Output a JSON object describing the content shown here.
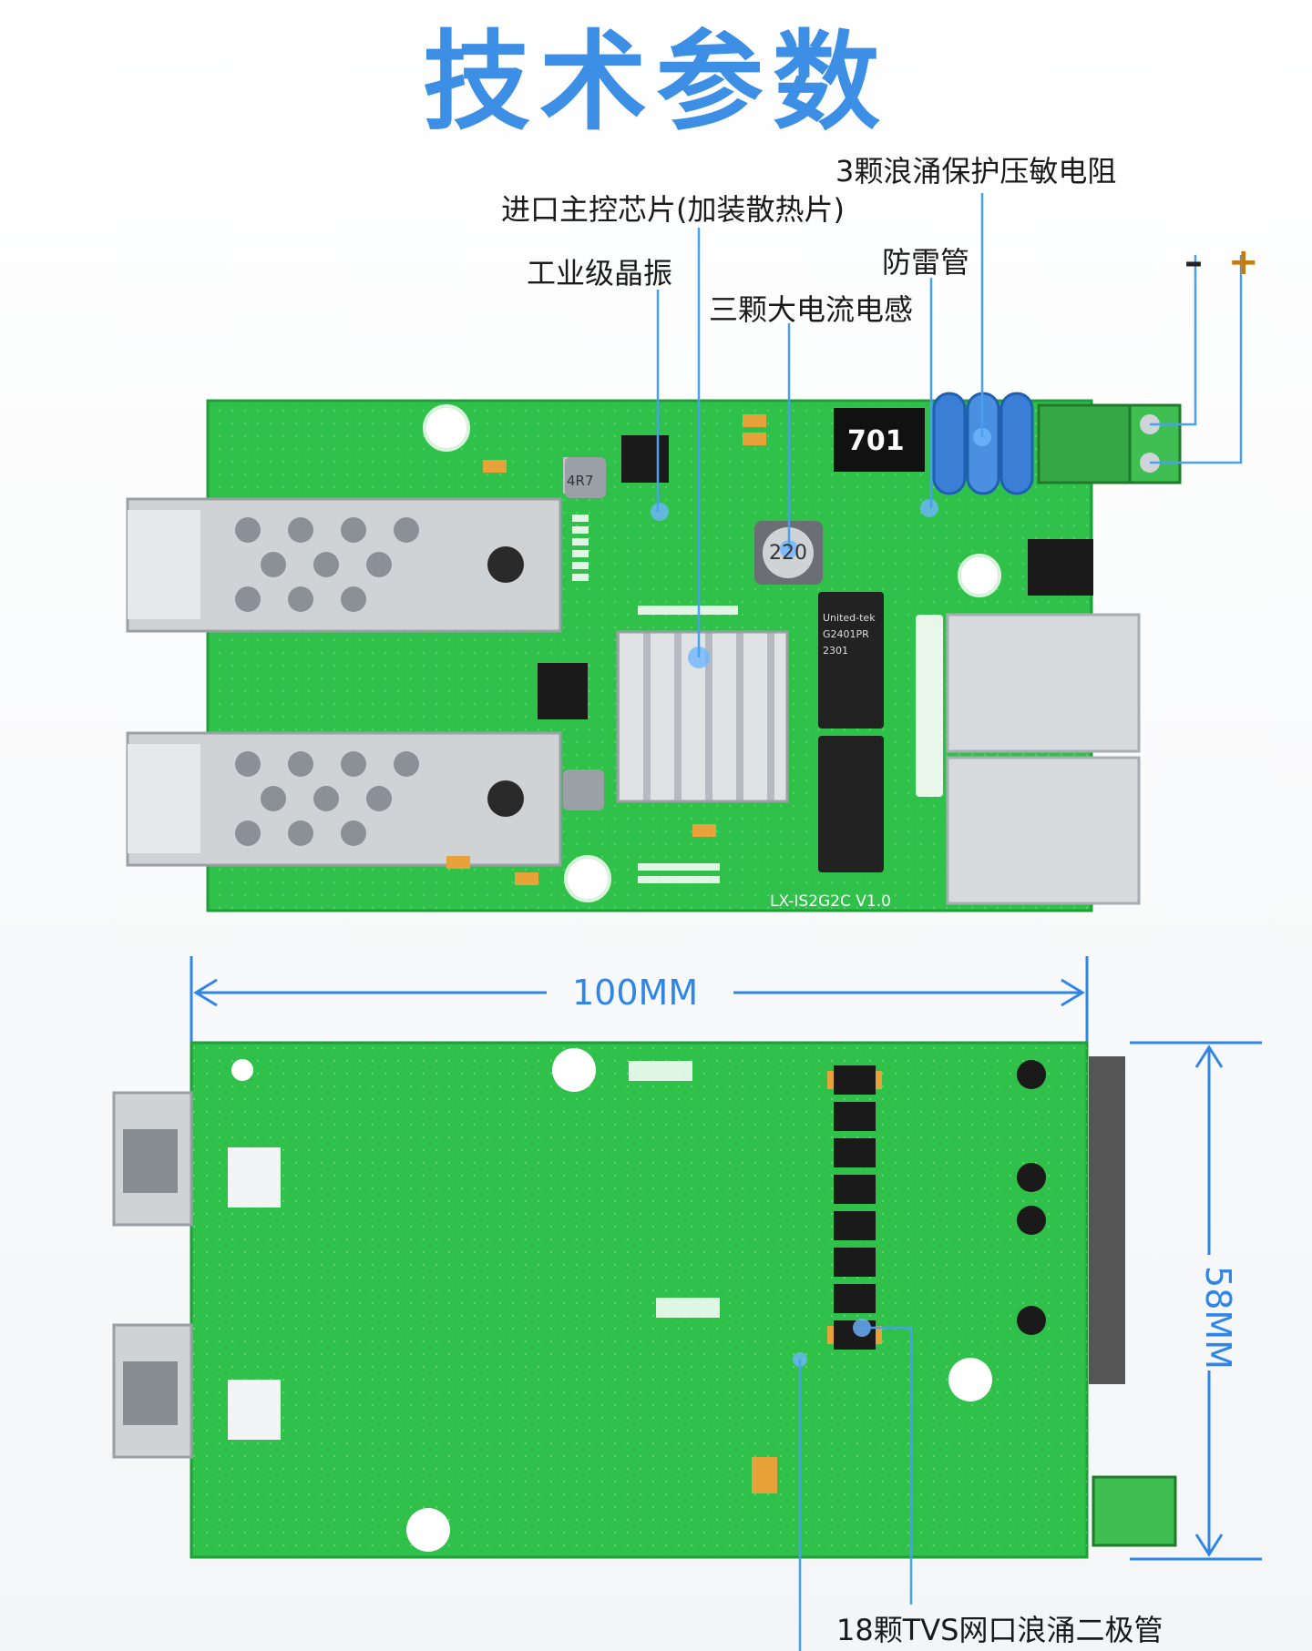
{
  "title": "技术参数",
  "callouts": {
    "varistor": "3颗浪涌保护压敏电阻",
    "chip": "进口主控芯片(加装散热片)",
    "crystal": "工业级晶振",
    "arrester": "防雷管",
    "inductor": "三颗大电流电感",
    "tvs": "18颗TVS网口浪涌二极管"
  },
  "terminal": {
    "minus": "–",
    "plus": "+"
  },
  "board": {
    "model": "LX-IS2G2C  V1.0",
    "inductor_mark": "220",
    "arrester_mark": "701",
    "small_inductor_mark": "4R7",
    "transformer_brand": "United-tek",
    "transformer_part": "G2401PR",
    "transformer_code": "2301"
  },
  "dimensions": {
    "width": "100MM",
    "height": "58MM"
  },
  "colors": {
    "title": "#3d8fe6",
    "pcb": "#2fc14a",
    "dim": "#2f86e8",
    "callout": "#4aa0f0"
  }
}
